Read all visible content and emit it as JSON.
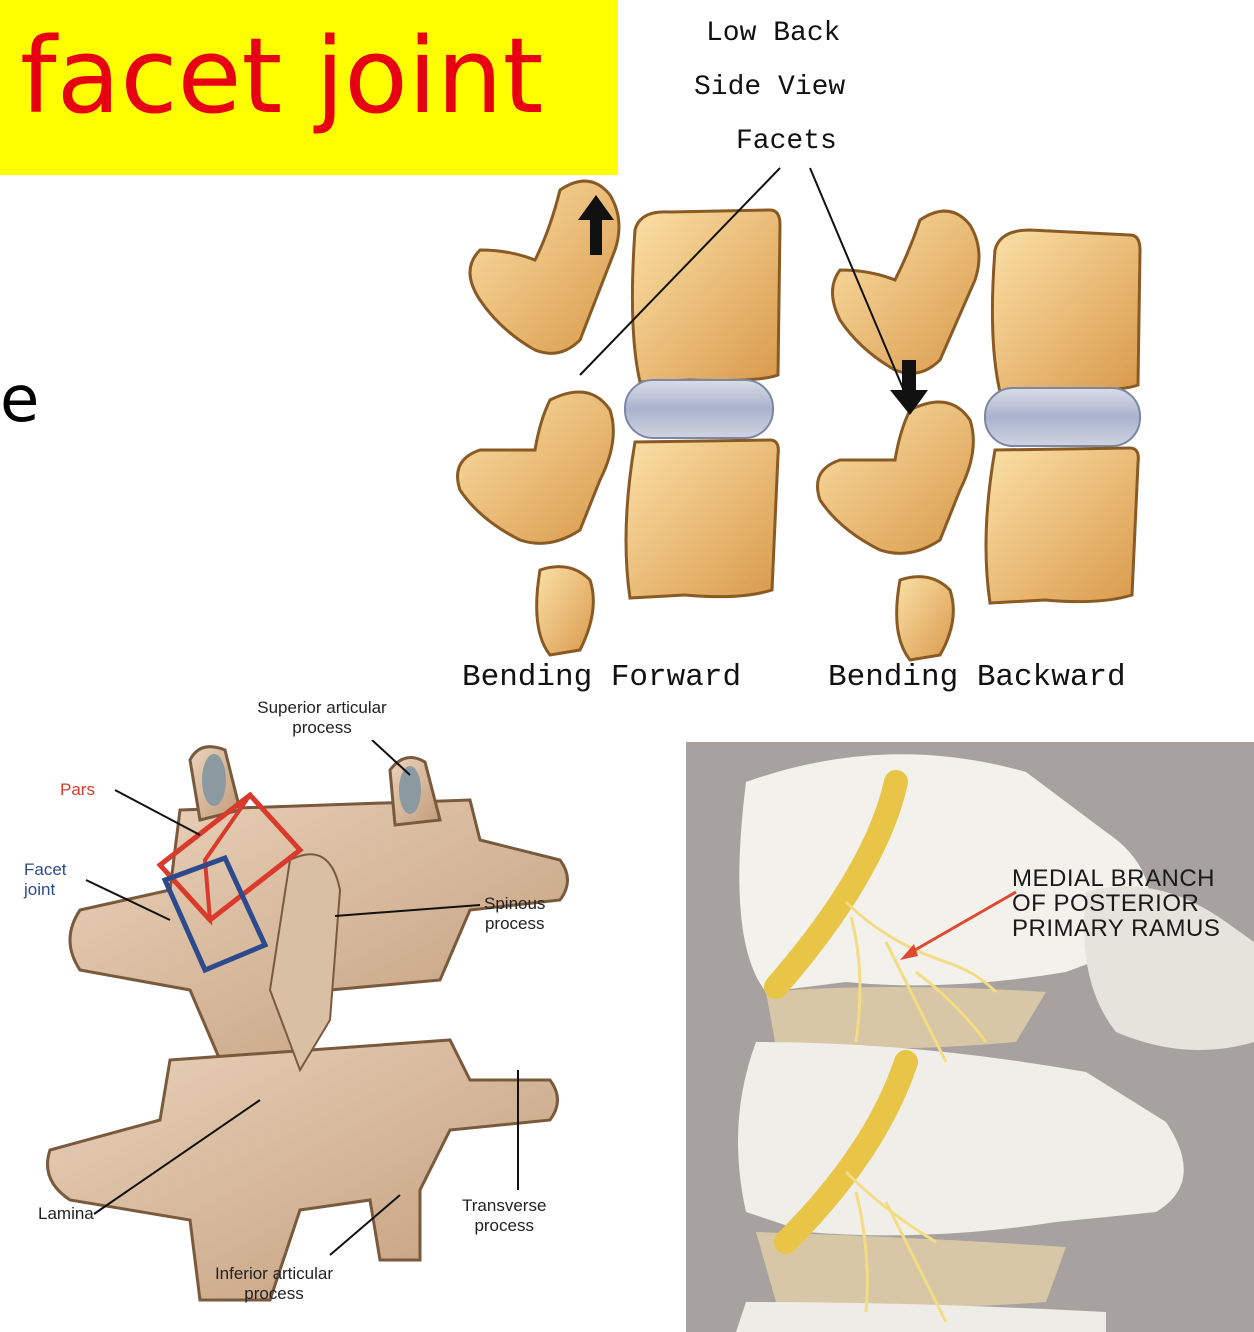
{
  "title": "facet joint",
  "stray_text": "e",
  "side_view": {
    "header_lines": [
      "Low Back",
      "Side View",
      "Facets"
    ],
    "captions": [
      "Bending Forward",
      "Bending Backward"
    ]
  },
  "posterior_view": {
    "labels": {
      "superior": [
        "Superior articular",
        "process"
      ],
      "pars": "Pars",
      "facet": [
        "Facet",
        "joint"
      ],
      "spinous": [
        "Spinous",
        "process"
      ],
      "lamina": "Lamina",
      "transverse": [
        "Transverse",
        "process"
      ],
      "inferior": [
        "Inferior articular",
        "process"
      ]
    },
    "colors": {
      "pars_box": "#d93a2b",
      "facet_box": "#2c4a8c",
      "bone": "#d8b896"
    }
  },
  "photo": {
    "label_lines": [
      "MEDIAL BRANCH",
      "OF POSTERIOR",
      "PRIMARY RAMUS"
    ],
    "colors": {
      "background": "#a7a29f",
      "nerve": "#e8c547",
      "arrow": "#e0492f"
    }
  }
}
